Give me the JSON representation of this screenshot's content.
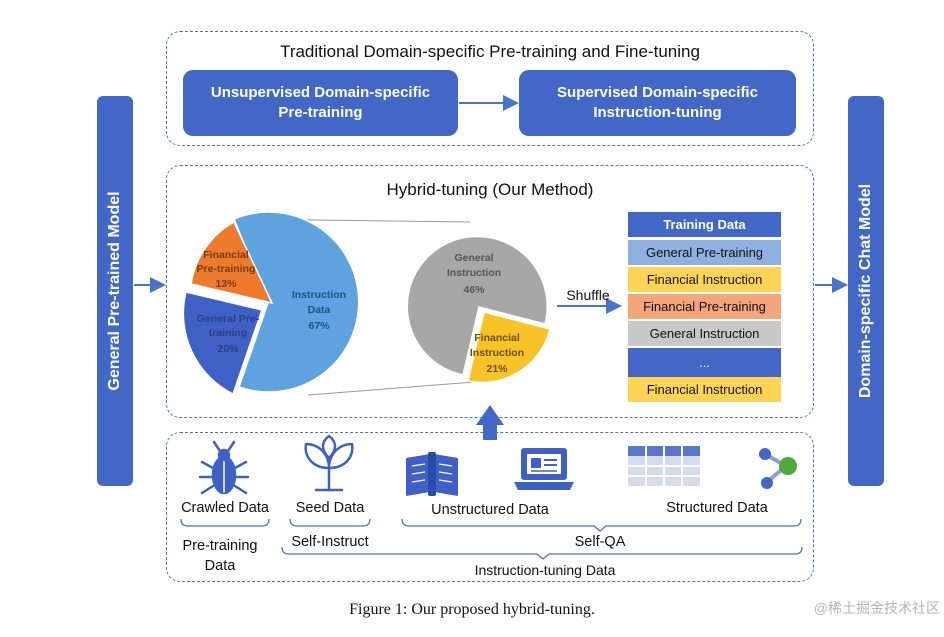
{
  "traditional": {
    "title": "Traditional Domain-specific Pre-training and Fine-tuning",
    "box1": "Unsupervised Domain-specific\nPre-training",
    "box2": "Supervised Domain-specific\nInstruction-tuning"
  },
  "left_model": "General Pre-trained Model",
  "right_model": "Domain-specific Chat Model",
  "hybrid": {
    "title": "Hybrid-tuning (Our Method)",
    "pie1": {
      "slices": [
        {
          "label1": "Financial",
          "label2": "Pre-training",
          "pct": "13%",
          "value": 13,
          "color": "#ee7a2e"
        },
        {
          "label1": "General Pre-",
          "label2": "training",
          "pct": "20%",
          "value": 20,
          "color": "#3f60c4"
        },
        {
          "label1": "Instruction",
          "label2": "Data",
          "pct": "67%",
          "value": 67,
          "color": "#5ea3e0"
        }
      ]
    },
    "pie2": {
      "slices": [
        {
          "label1": "General",
          "label2": "Instruction",
          "pct": "46%",
          "value": 46,
          "color": "#a7a7a7"
        },
        {
          "label1": "Financial",
          "label2": "Instruction",
          "pct": "21%",
          "value": 21,
          "color": "#f7c327"
        }
      ]
    },
    "shuffle_label": "Shuffle",
    "training_data": {
      "header": "Training Data",
      "rows": [
        {
          "text": "General Pre-training",
          "color": "#8fb1e2"
        },
        {
          "text": "Financial Instruction",
          "color": "#ffd454"
        },
        {
          "text": "Financial Pre-training",
          "color": "#f4a67a"
        },
        {
          "text": "General Instruction",
          "color": "#c8c8c8"
        },
        {
          "text": "...",
          "color": "#4267c6"
        },
        {
          "text": "Financial Instruction",
          "color": "#ffd454"
        }
      ]
    }
  },
  "sources": {
    "crawled": "Crawled Data",
    "seed": "Seed Data",
    "unstructured": "Unstructured Data",
    "structured": "Structured Data",
    "pretraining": "Pre-training\nData",
    "self_instruct": "Self-Instruct",
    "self_qa": "Self-QA",
    "instruction_tuning": "Instruction-tuning Data"
  },
  "caption": "Figure 1: Our proposed hybrid-tuning.",
  "watermark": "@稀土掘金技术社区",
  "colors": {
    "accent": "#4267c6",
    "dashed": "#4a74c9",
    "arrow": "#4a74c9"
  }
}
